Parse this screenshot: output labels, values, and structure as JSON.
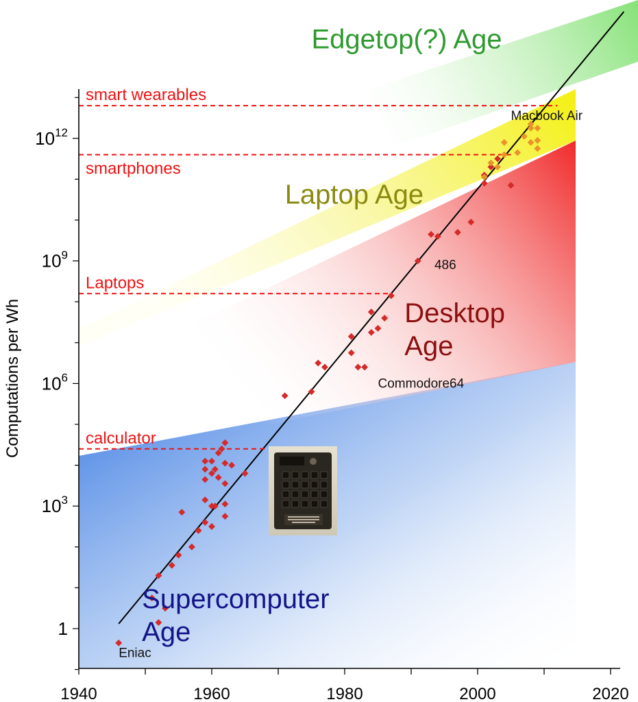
{
  "chart_data": {
    "type": "scatter",
    "title": "",
    "xlabel": "",
    "ylabel": "Computations per Wh",
    "xlim": [
      1940,
      2023
    ],
    "ylim_log10": [
      -1,
      13.5
    ],
    "y_scale": "log",
    "x_ticks": [
      1940,
      1960,
      1980,
      2000,
      2020
    ],
    "y_ticks": [
      {
        "exp": 0,
        "label": "1",
        "sup": ""
      },
      {
        "exp": 3,
        "label": "10",
        "sup": "3"
      },
      {
        "exp": 6,
        "label": "10",
        "sup": "6"
      },
      {
        "exp": 9,
        "label": "10",
        "sup": "9"
      },
      {
        "exp": 12,
        "label": "10",
        "sup": "12"
      }
    ],
    "grid": false,
    "colors": {
      "points_red": "#d42a2a",
      "points_orange": "#e8942a",
      "thresholds": "#ee1111",
      "trend": "#000000",
      "edgetop": "#2e9a2e",
      "laptop_age": "#8a8a10",
      "desktop_age": "#8b1010",
      "supercomputer_age": "#14148a"
    },
    "trend_line": {
      "x": [
        1946,
        2022
      ],
      "y_log10": [
        0.12,
        15.1
      ]
    },
    "thresholds": [
      {
        "label": "smart wearables",
        "y_log10": 12.8,
        "x_end": 2012,
        "label_pos": "above"
      },
      {
        "label": "smartphones",
        "y_log10": 11.6,
        "x_end": 2005,
        "label_pos": "below"
      },
      {
        "label": "Laptops",
        "y_log10": 8.2,
        "x_end": 1987,
        "label_pos": "above"
      },
      {
        "label": "calculator",
        "y_log10": 4.4,
        "x_end": 1968,
        "label_pos": "above"
      }
    ],
    "age_labels": [
      {
        "lines": [
          "Edgetop(?) Age"
        ],
        "x": 1975,
        "y_log10": 14.2,
        "color_key": "edgetop"
      },
      {
        "lines": [
          "Laptop Age"
        ],
        "x": 1971,
        "y_log10": 10.4,
        "color_key": "laptop_age"
      },
      {
        "lines": [
          "Desktop",
          "Age"
        ],
        "x": 1989,
        "y_log10": 7.5,
        "color_key": "desktop_age"
      },
      {
        "lines": [
          "Supercomputer",
          "Age"
        ],
        "x": 1949.5,
        "y_log10": 0.5,
        "color_key": "supercomputer_age"
      }
    ],
    "annotations": [
      {
        "text": "Eniac",
        "x": 1946,
        "y_log10": -0.7
      },
      {
        "text": "Commodore64",
        "x": 1985,
        "y_log10": 5.9
      },
      {
        "text": "486",
        "x": 1993.5,
        "y_log10": 8.8
      },
      {
        "text": "Macbook Air",
        "x": 2005,
        "y_log10": 12.45
      }
    ],
    "series": [
      {
        "color_key": "points_red",
        "points": [
          [
            1946,
            -0.35
          ],
          [
            1951,
            0.75
          ],
          [
            1952,
            1.3
          ],
          [
            1952,
            0.15
          ],
          [
            1953,
            0.5
          ],
          [
            1954,
            1.55
          ],
          [
            1955,
            1.8
          ],
          [
            1955.5,
            2.85
          ],
          [
            1957,
            2.0
          ],
          [
            1958,
            2.4
          ],
          [
            1959,
            2.6
          ],
          [
            1959,
            3.15
          ],
          [
            1959,
            3.65
          ],
          [
            1959,
            4.1
          ],
          [
            1959,
            3.9
          ],
          [
            1960,
            2.5
          ],
          [
            1960,
            3.0
          ],
          [
            1960,
            4.1
          ],
          [
            1960,
            3.8
          ],
          [
            1960.5,
            3.9
          ],
          [
            1960.5,
            3.0
          ],
          [
            1961,
            3.7
          ],
          [
            1961,
            4.3
          ],
          [
            1961.5,
            4.4
          ],
          [
            1962,
            3.55
          ],
          [
            1962,
            4.05
          ],
          [
            1962,
            4.55
          ],
          [
            1962,
            3.05
          ],
          [
            1962,
            2.75
          ],
          [
            1963,
            4.0
          ],
          [
            1965,
            3.8
          ],
          [
            1971,
            5.7
          ],
          [
            1975,
            5.8
          ],
          [
            1976,
            6.5
          ],
          [
            1977,
            6.4
          ],
          [
            1981,
            7.15
          ],
          [
            1981,
            6.75
          ],
          [
            1982,
            6.4
          ],
          [
            1983,
            6.4
          ],
          [
            1984,
            7.25
          ],
          [
            1984,
            7.75
          ],
          [
            1985,
            7.35
          ],
          [
            1986,
            7.6
          ],
          [
            1987,
            8.15
          ],
          [
            1991,
            9.0
          ],
          [
            1993,
            9.65
          ],
          [
            1994,
            9.6
          ],
          [
            1997,
            9.7
          ],
          [
            1999,
            9.95
          ],
          [
            2001,
            10.9
          ],
          [
            2001,
            11.1
          ],
          [
            2002,
            11.3
          ],
          [
            2003,
            11.5
          ],
          [
            2005,
            10.85
          ]
        ]
      },
      {
        "color_key": "points_orange",
        "points": [
          [
            2001,
            11.05
          ],
          [
            2002,
            11.4
          ],
          [
            2003,
            11.3
          ],
          [
            2004,
            11.6
          ],
          [
            2004,
            11.9
          ],
          [
            2006,
            11.65
          ],
          [
            2007,
            12.05
          ],
          [
            2008,
            11.9
          ],
          [
            2008,
            12.25
          ],
          [
            2008,
            12.35
          ],
          [
            2009,
            11.95
          ],
          [
            2009,
            11.75
          ],
          [
            2009,
            12.25
          ]
        ]
      }
    ]
  }
}
